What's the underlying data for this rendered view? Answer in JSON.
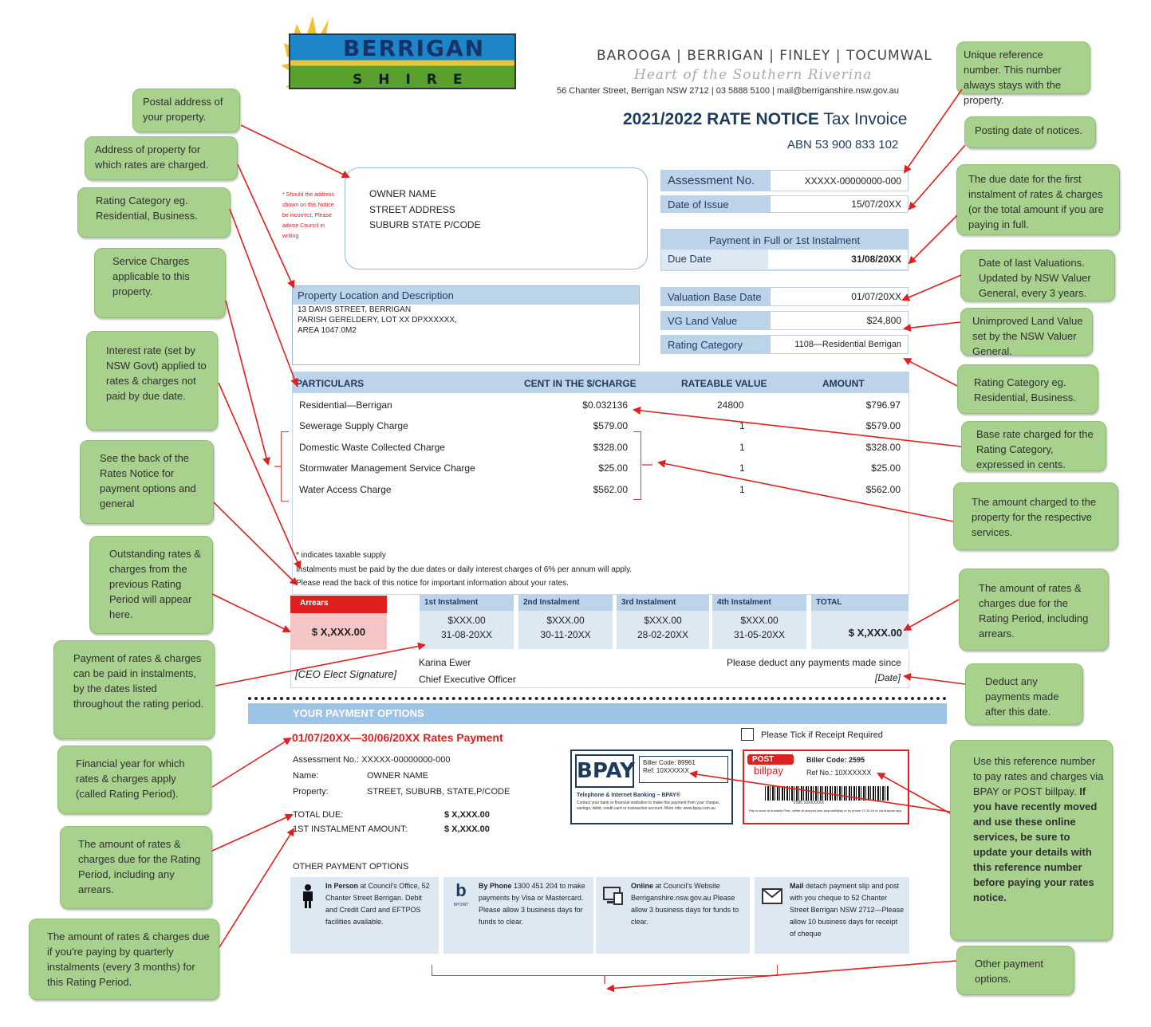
{
  "header": {
    "towns": "BAROOGA | BERRIGAN | FINLEY | TOCUMWAL",
    "tagline": "Heart of the Southern Riverina",
    "address": "56 Chanter Street, Berrigan NSW 2712  |  03 5888 5100  |  mail@berriganshire.nsw.gov.au",
    "title_bold": "2021/2022 RATE NOTICE",
    "title_rest": " Tax Invoice",
    "abn": "ABN 53 900 833 102",
    "logo_line1": "BERRIGAN",
    "logo_line2": "SHIRE"
  },
  "owner": {
    "name": "OWNER NAME",
    "street": "STREET ADDRESS",
    "suburb": "SUBURB  STATE  P/CODE",
    "note": "* Should the address shown on this Notice be incorrect, Please advise Council in writing"
  },
  "fields": {
    "assessment_label": "Assessment No.",
    "assessment_value": "XXXXX-00000000-000",
    "issue_label": "Date of Issue",
    "issue_value": "15/07/20XX",
    "payment_head": "Payment in Full or 1st Instalment",
    "due_label": "Due Date",
    "due_value": "31/08/20XX",
    "valuation_label": "Valuation Base Date",
    "valuation_value": "01/07/20XX",
    "vg_label": "VG Land Value",
    "vg_value": "$24,800",
    "rating_label": "Rating Category",
    "rating_value": "1108—Residential Berrigan"
  },
  "property": {
    "head": "Property Location and Description",
    "line1": "13 DAVIS STREET, BERRIGAN",
    "line2": "PARISH GERELDERY, LOT XX DPXXXXXX,",
    "line3": "AREA 1047.0M2"
  },
  "particulars": {
    "headers": [
      "PARTICULARS",
      "CENT IN THE $/CHARGE",
      "RATEABLE VALUE",
      "AMOUNT"
    ],
    "rows": [
      {
        "name": "Residential—Berrigan",
        "rate": "$0.032136",
        "value": "24800",
        "amount": "$796.97"
      },
      {
        "name": "Sewerage Supply Charge",
        "rate": "$579.00",
        "value": "1",
        "amount": "$579.00"
      },
      {
        "name": "Domestic Waste Collected Charge",
        "rate": "$328.00",
        "value": "1",
        "amount": "$328.00"
      },
      {
        "name": "Stormwater Management Service Charge",
        "rate": "$25.00",
        "value": "1",
        "amount": "$25.00"
      },
      {
        "name": "Water Access Charge",
        "rate": "$562.00",
        "value": "1",
        "amount": "$562.00"
      }
    ],
    "note1": "* indicates taxable supply",
    "note2": "Instalments must be paid by the due dates or daily interest charges of 6% per annum will apply.",
    "note3": "Please read the back of this notice for important information about your rates."
  },
  "instalments": {
    "arrears_label": "Arrears",
    "arrears_amount": "$ X,XXX.00",
    "items": [
      {
        "label": "1st Instalment",
        "amount": "$XXX.00",
        "date": "31-08-20XX"
      },
      {
        "label": "2nd Instalment",
        "amount": "$XXX.00",
        "date": "30-11-20XX"
      },
      {
        "label": "3rd Instalment",
        "amount": "$XXX.00",
        "date": "28-02-20XX"
      },
      {
        "label": "4th Instalment",
        "amount": "$XXX.00",
        "date": "31-05-20XX"
      }
    ],
    "total_label": "TOTAL",
    "total_amount": "$ X,XXX.00",
    "signature": "[CEO Elect Signature]",
    "ceo_name": "Karina Ewer",
    "ceo_title": "Chief Executive Officer",
    "deduct": "Please deduct any payments made since",
    "deduct_date": "[Date]"
  },
  "payment": {
    "banner": "YOUR PAYMENT OPTIONS",
    "tick": "Please Tick if Receipt Required",
    "period": "01/07/20XX—30/06/20XX Rates Payment",
    "assessment": "Assessment No.: XXXXX-00000000-000",
    "name_label": "Name:",
    "name_value": "OWNER NAME",
    "property_label": "Property:",
    "property_value": "STREET, SUBURB, STATE,P/CODE",
    "total_label": "TOTAL DUE:",
    "total_value": "$ X,XXX.00",
    "inst_label": "1ST INSTALMENT AMOUNT:",
    "inst_value": "$ X,XXX.00",
    "other": "OTHER PAYMENT OPTIONS",
    "bpay_logo": "BPAY",
    "bpay_biller": "Biller Code:  89961",
    "bpay_ref": "Ref: 10XXXXXX",
    "bpay_tel": "Telephone & Internet Banking – BPAY®",
    "bpay_info": "Contact your bank or financial institution to make this payment from your cheque, savings, debit, credit card or transaction account. More info: www.bpay.com.au",
    "post_logo1": "POST",
    "post_logo2": "billpay",
    "post_biller": "Biller Code:  2595",
    "post_ref": "Ref No.:  10XXXXXX",
    "post_barcode_num": "*2595  10XXXXXX",
    "post_info": "Pay in-store at Australia Post, online at auspost.com.au/postbillpay or by phone 13 18 16 or via Auspost app.",
    "options": [
      {
        "bold": "In Person",
        "text": " at Council's Office, 52 Chanter Street Berrigan. Debit and Credit Card and EFTPOS facilities available."
      },
      {
        "bold": "By Phone",
        "text": " 1300 451 204 to make payments by Visa or Mastercard. Please allow 3 business days for funds to clear."
      },
      {
        "bold": "Online",
        "text": " at Council's Website Berriganshire.nsw.gov.au Please allow 3 business days for funds to clear."
      },
      {
        "bold": "Mail",
        "text": " detach payment slip and post with you cheque to 52 Chanter Street Berrigan NSW 2712—Please allow 10 business days for receipt of cheque"
      }
    ],
    "bpoint_label": "BPOINT"
  },
  "callouts": {
    "postal": "Postal address of your property.",
    "property_address": "Address of property for which rates are charged.",
    "rating_left": "Rating Category eg. Residential, Business.",
    "service": "Service Charges applicable to this property.",
    "interest": "Interest rate (set by NSW Govt) applied to rates & charges not paid by due date.",
    "back": "See the back of the Rates Notice for payment options and general",
    "outstanding": "Outstanding rates & charges from the previous Rating Period will appear here.",
    "instalments": "Payment of rates & charges can be paid in instalments, by the dates listed throughout the rating period.",
    "financial_year": "Financial year for which rates & charges apply (called Rating Period).",
    "amount_due_left": "The amount of rates & charges due for the Rating Period, including any arrears.",
    "quarterly": "The amount of rates & charges due if you're paying by quarterly instalments (every 3 months) for this Rating Period.",
    "unique_ref": "Unique reference number. This number always stays with the property.",
    "posting_date": "Posting date of notices.",
    "due_date": "The due date for the first instalment of rates & charges (or the total amount if you are paying in full.",
    "valuations": "Date of last Valuations. Updated by NSW Valuer General, every 3 years.",
    "unimproved": "Unimproved Land Value set by the NSW Valuer General.",
    "rating_right": "Rating Category eg. Residential, Business.",
    "base_rate": "Base rate charged for the Rating Category, expressed in cents.",
    "services_amount": "The amount charged to the property for the respective services.",
    "amount_due_right": "The amount of rates & charges due for the Rating Period, including arrears.",
    "deduct": "Deduct any payments made after this date.",
    "reference_plain": "Use this reference number to pay rates and charges via BPAY or POST billpay. ",
    "reference_bold": "If you have recently moved and use these online services, be sure to update your details with this reference number before paying your rates notice.",
    "other_options": "Other payment options."
  }
}
